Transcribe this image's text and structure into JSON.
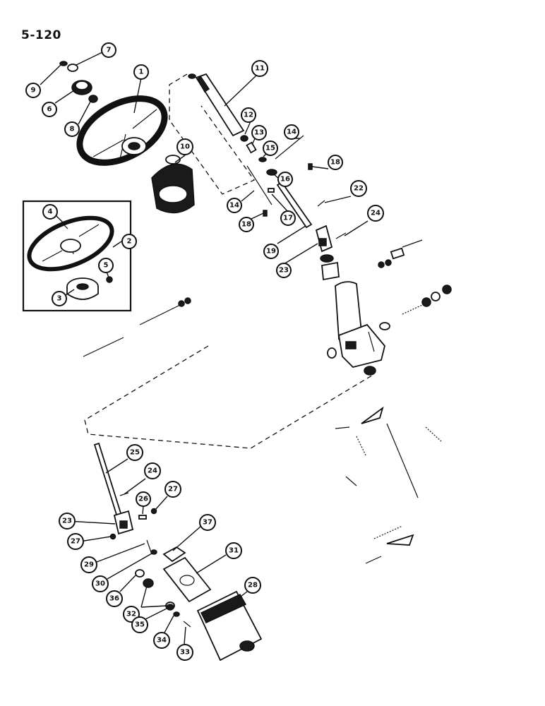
{
  "page_number": "5-120",
  "callouts": {
    "c1": "1",
    "c2": "2",
    "c3": "3",
    "c4": "4",
    "c5": "5",
    "c6": "6",
    "c7": "7",
    "c8": "8",
    "c9": "9",
    "c10": "10",
    "c11": "11",
    "c12": "12",
    "c13": "13",
    "c14a": "14",
    "c14b": "14",
    "c15": "15",
    "c16": "16",
    "c17": "17",
    "c18a": "18",
    "c18b": "18",
    "c19": "19",
    "c22": "22",
    "c23a": "23",
    "c23b": "23",
    "c24a": "24",
    "c24b": "24",
    "c25": "25",
    "c26": "26",
    "c27a": "27",
    "c27b": "27",
    "c28": "28",
    "c29": "29",
    "c30": "30",
    "c31": "31",
    "c32": "32",
    "c33": "33",
    "c34": "34",
    "c35": "35",
    "c36": "36",
    "c37": "37"
  }
}
